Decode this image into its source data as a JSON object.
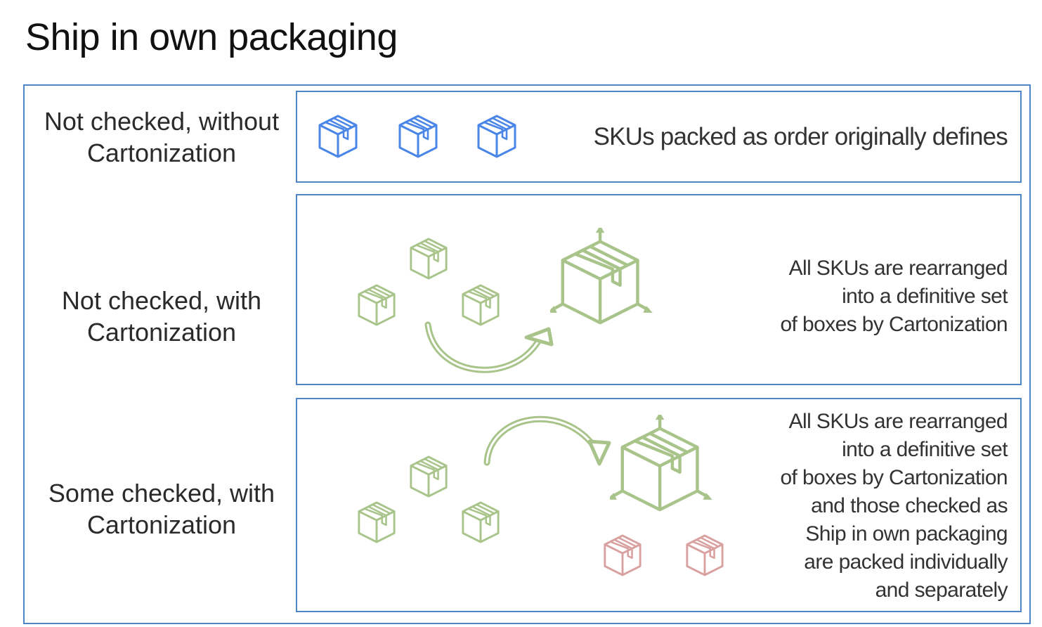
{
  "title": "Ship in own packaging",
  "rows": [
    {
      "label_lines": [
        "Not checked, without",
        "Cartonization"
      ],
      "description_lines": [
        "SKUs packed as order originally defines"
      ]
    },
    {
      "label_lines": [
        "Not checked, with",
        "Cartonization"
      ],
      "description_lines": [
        "All SKUs are rearranged",
        "into a definitive set",
        "of boxes by Cartonization"
      ]
    },
    {
      "label_lines": [
        "Some checked, with",
        "Cartonization"
      ],
      "description_lines": [
        "All SKUs are rearranged",
        "into a definitive set",
        "of boxes by Cartonization",
        "and those checked as",
        "Ship in own packaging",
        "are packed individually",
        "and separately"
      ]
    }
  ],
  "colors": {
    "frame": "#4f86c6",
    "original_box": "#4a86e8",
    "cartonized_box": "#a9c48a",
    "own_packaging_box": "#d9a0a0"
  }
}
